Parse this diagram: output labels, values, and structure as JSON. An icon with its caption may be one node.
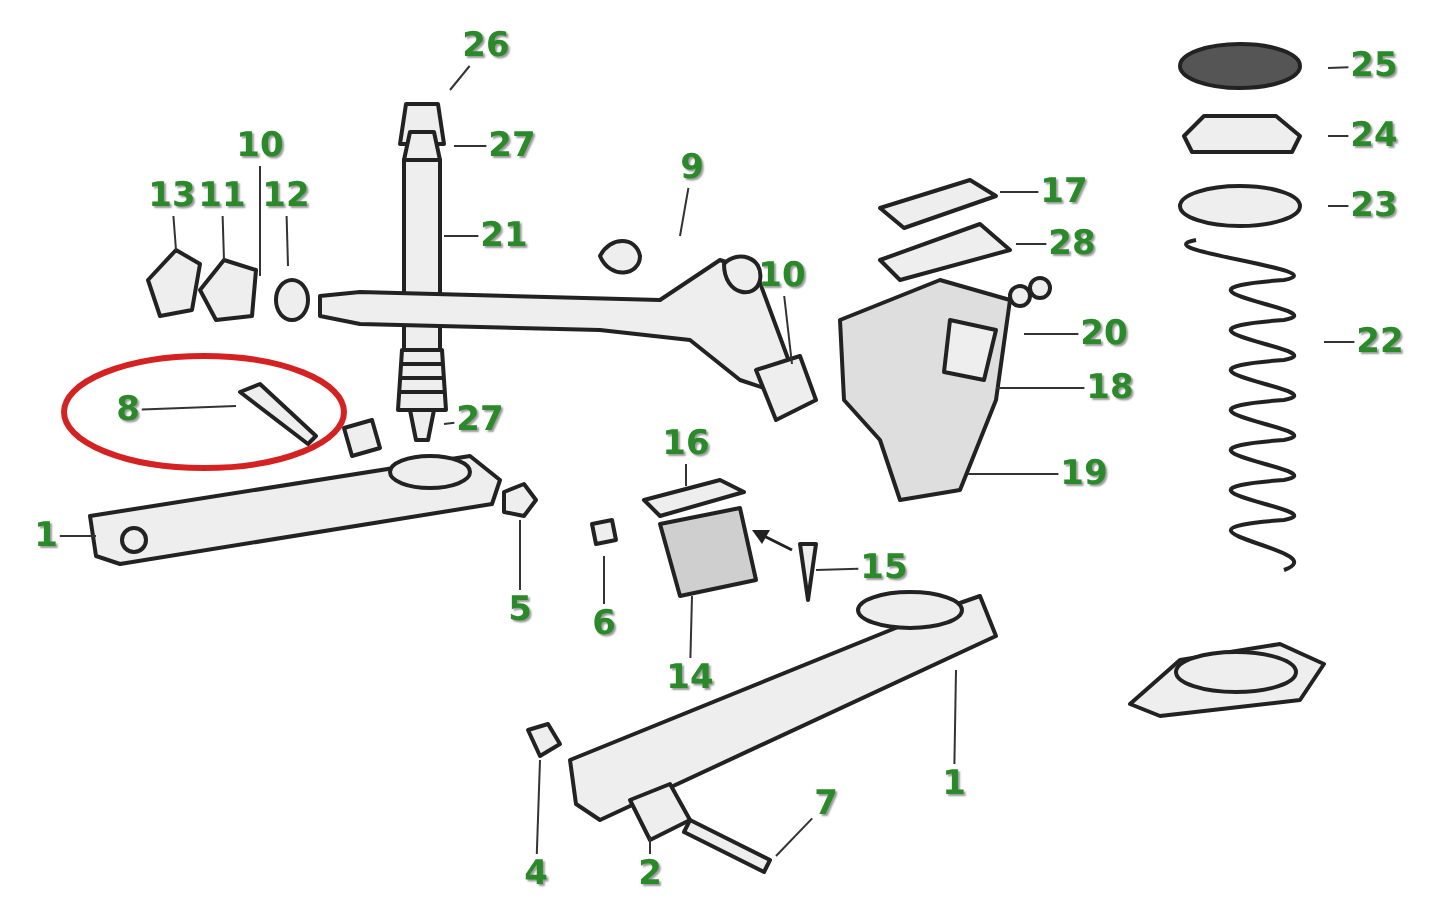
{
  "diagram": {
    "nodes": [
      {
        "text": [
          "26"
        ]
      },
      {
        "text": [
          "25"
        ]
      },
      {
        "text": [
          "27"
        ]
      },
      {
        "text": [
          "24"
        ]
      },
      {
        "text": [
          "10"
        ]
      },
      {
        "text": [
          "9"
        ]
      },
      {
        "text": [
          "23"
        ]
      },
      {
        "text": [
          "13"
        ]
      },
      {
        "text": [
          "11"
        ]
      },
      {
        "text": [
          "12"
        ]
      },
      {
        "text": [
          "17"
        ]
      },
      {
        "text": [
          "21"
        ]
      },
      {
        "text": [
          "28"
        ]
      },
      {
        "text": [
          "10"
        ]
      },
      {
        "text": [
          "20"
        ]
      },
      {
        "text": [
          "22"
        ]
      },
      {
        "text": [
          "18"
        ]
      },
      {
        "text": [
          "8"
        ]
      },
      {
        "text": [
          "27"
        ]
      },
      {
        "text": [
          "16"
        ]
      },
      {
        "text": [
          "19"
        ]
      },
      {
        "text": [
          "1"
        ]
      },
      {
        "text": [
          "15"
        ]
      },
      {
        "text": [
          "5"
        ]
      },
      {
        "text": [
          "6"
        ]
      },
      {
        "text": [
          "14"
        ]
      },
      {
        "text": [
          "1"
        ]
      },
      {
        "text": [
          "7"
        ]
      },
      {
        "text": [
          "4"
        ]
      },
      {
        "text": [
          "2"
        ]
      }
    ],
    "edges": [
      {
        "from": 0,
        "to": null,
        "arrow": "none"
      },
      {
        "from": 1,
        "to": null,
        "arrow": "none"
      },
      {
        "from": 2,
        "to": null,
        "arrow": "none"
      },
      {
        "from": 3,
        "to": null,
        "arrow": "none"
      },
      {
        "from": 4,
        "to": null,
        "arrow": "none"
      },
      {
        "from": 5,
        "to": null,
        "arrow": "none"
      },
      {
        "from": 6,
        "to": null,
        "arrow": "none"
      },
      {
        "from": 7,
        "to": null,
        "arrow": "none"
      },
      {
        "from": 8,
        "to": null,
        "arrow": "none"
      },
      {
        "from": 9,
        "to": null,
        "arrow": "none"
      },
      {
        "from": 10,
        "to": null,
        "arrow": "none"
      },
      {
        "from": 11,
        "to": null,
        "arrow": "none"
      },
      {
        "from": 12,
        "to": null,
        "arrow": "none"
      },
      {
        "from": 13,
        "to": null,
        "arrow": "none"
      },
      {
        "from": 14,
        "to": null,
        "arrow": "none"
      },
      {
        "from": 15,
        "to": null,
        "arrow": "none"
      },
      {
        "from": 16,
        "to": null,
        "arrow": "none"
      },
      {
        "from": 17,
        "to": null,
        "arrow": "none"
      },
      {
        "from": 18,
        "to": null,
        "arrow": "none"
      },
      {
        "from": 19,
        "to": null,
        "arrow": "none"
      },
      {
        "from": 20,
        "to": null,
        "arrow": "none"
      },
      {
        "from": 21,
        "to": null,
        "arrow": "none"
      },
      {
        "from": 22,
        "to": null,
        "arrow": "none"
      },
      {
        "from": 23,
        "to": null,
        "arrow": "none"
      },
      {
        "from": 24,
        "to": null,
        "arrow": "none"
      },
      {
        "from": 25,
        "to": null,
        "arrow": "none"
      },
      {
        "from": 26,
        "to": null,
        "arrow": "none"
      },
      {
        "from": 27,
        "to": null,
        "arrow": "none"
      },
      {
        "from": 28,
        "to": null,
        "arrow": "none"
      },
      {
        "from": 29,
        "to": null,
        "arrow": "none"
      }
    ]
  }
}
